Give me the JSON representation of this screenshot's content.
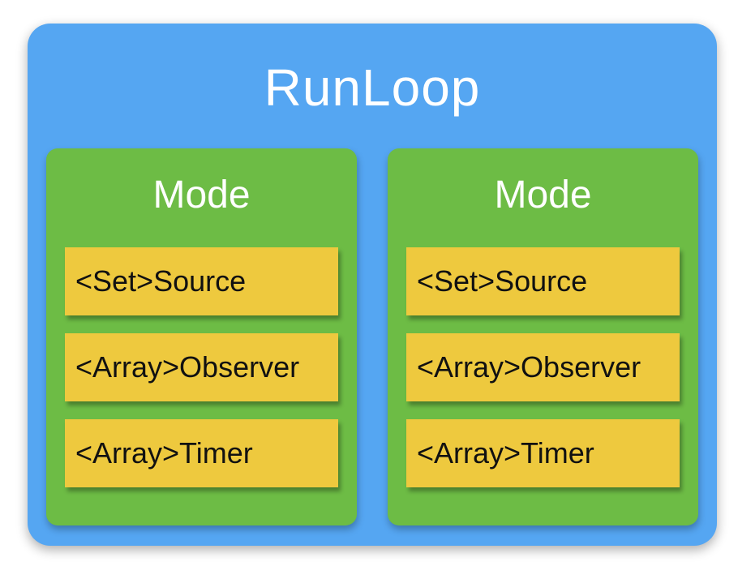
{
  "diagram": {
    "title": "RunLoop",
    "modes": [
      {
        "title": "Mode",
        "items": [
          "<Set>Source",
          "<Array>Observer",
          "<Array>Timer"
        ]
      },
      {
        "title": "Mode",
        "items": [
          "<Set>Source",
          "<Array>Observer",
          "<Array>Timer"
        ]
      }
    ],
    "colors": {
      "runloop_fill": "#55A6F2",
      "mode_fill": "#6DBC45",
      "item_fill": "#EEC93E",
      "heading_text": "#FFFFFF",
      "item_text": "#111111"
    }
  }
}
